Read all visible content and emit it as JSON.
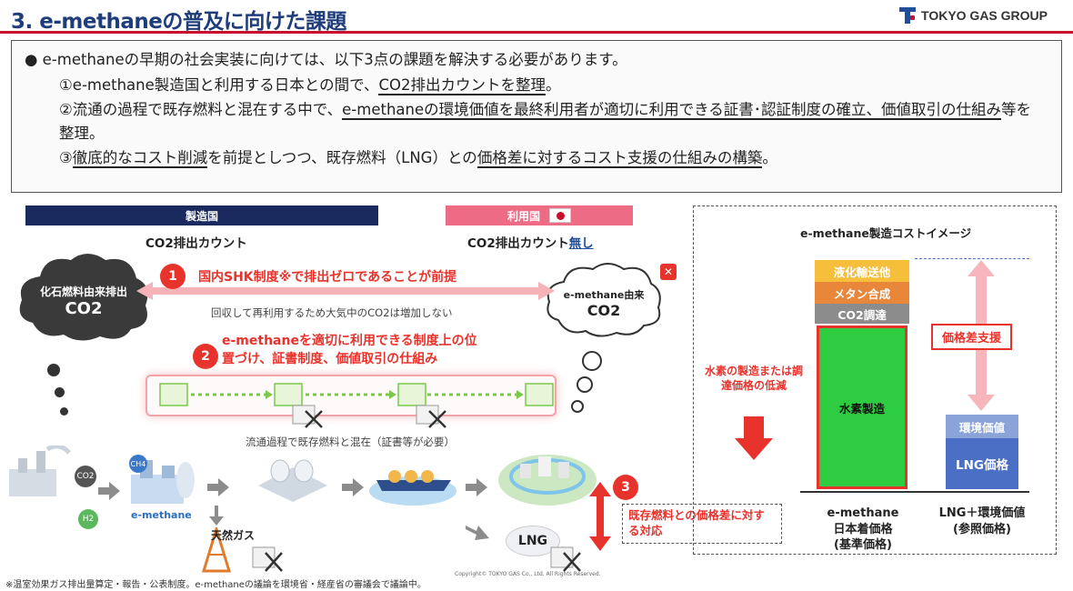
{
  "header": {
    "title": "3. e-methaneの普及に向けた課題",
    "logo": "TOKYO GAS GROUP"
  },
  "summary": {
    "lead": "e-methaneの早期の社会実装に向けては、以下3点の課題を解決する必要があります。",
    "item1_pre": "①e-methane製造国と利用する日本との間で、",
    "item1_em": "CO2排出カウントを整理",
    "item1_post": "。",
    "item2_pre": "②流通の過程で既存燃料と混在する中で、",
    "item2_em": "e-methaneの環境価値を最終利用者が適切に利用できる証書･認証制度の確立、価値取引の仕組み",
    "item2_post": "等を整理。",
    "item3_pre": "③",
    "item3_em1": "徹底的なコスト削減",
    "item3_mid": "を前提としつつ、既存燃料（LNG）との",
    "item3_em2": "価格差に対するコスト支援の仕組みの構築",
    "item3_post": "。"
  },
  "diagram": {
    "producer_label": "製造国",
    "user_label": "利用国",
    "count_left": "CO2排出カウント",
    "count_right_pre": "CO2排出カウント",
    "count_right_em": "無し",
    "cloud_left_l1": "化石燃料由来排出",
    "cloud_left_l2": "CO2",
    "cloud_right_l1": "e-methane由来",
    "cloud_right_l2": "CO2",
    "num1": "1",
    "issue1": "国内SHK制度※で排出ゼロであることが前提",
    "note1": "回収して再利用するため大気中のCO2は増加しない",
    "num2": "2",
    "issue2_l1": "e-methaneを適切に利用できる制度上の位",
    "issue2_l2": "置づけ、証書制度、価値取引の仕組み",
    "mix_note": "流通過程で既存燃料と混在（証書等が必要）",
    "co2_tag": "CO2",
    "h2_tag": "H2",
    "ch4_tag": "CH4",
    "emethane_logo": "e-methane",
    "natgas": "天然ガス",
    "lng": "LNG",
    "num3": "3",
    "issue3": "既存燃料との価格差に対する対応",
    "copyright": "Copyright© TOKYO GAS Co., Ltd. All Rights Reserved."
  },
  "cost": {
    "title": "e-methane製造コストイメージ",
    "seg_transport": "液化輸送他",
    "seg_synthesis": "メタン合成",
    "seg_co2": "CO2調達",
    "seg_h2": "水素製造",
    "support": "価格差支援",
    "reduce_note": "水素の製造または調達価格の低減",
    "env_value": "環境価値",
    "lng_price": "LNG価格",
    "cap_left_l1": "e-methane",
    "cap_left_l2": "日本着価格",
    "cap_left_l3": "(基準価格)",
    "cap_right_l1": "LNG＋環境価値",
    "cap_right_l2": "(参照価格)"
  },
  "footnote": "※温室効果ガス排出量算定・報告・公表制度。e-methaneの議論を環境省・経産省の審議会で議論中。",
  "colors": {
    "navy": "#1b2a5e",
    "pink": "#ee6b85",
    "red": "#e8332c",
    "green": "#2ecc40",
    "orange": "#f0a23a",
    "blue": "#4a6fc4"
  }
}
